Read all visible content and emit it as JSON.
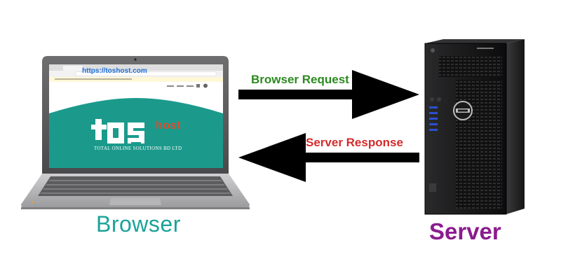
{
  "diagram": {
    "browser_label": "Browser",
    "server_label": "Server",
    "request_label": "Browser Request",
    "response_label": "Server Response",
    "url": "https://toshost.com",
    "logo_host": "host",
    "logo_subtitle": "TOTAL ONLINE SOLUTIONS BD LTD"
  },
  "colors": {
    "browser_label": "#1aa39a",
    "server_label": "#8b1b8e",
    "request_label": "#2b8a1f",
    "response_label": "#d42a2a",
    "url": "#1f6fd8",
    "logo_teal": "#1b9a8c",
    "logo_host": "#e0492a",
    "arrow": "#000000"
  },
  "icons": [
    "laptop-icon",
    "tower-server-icon",
    "right-arrow-icon",
    "left-arrow-icon"
  ]
}
